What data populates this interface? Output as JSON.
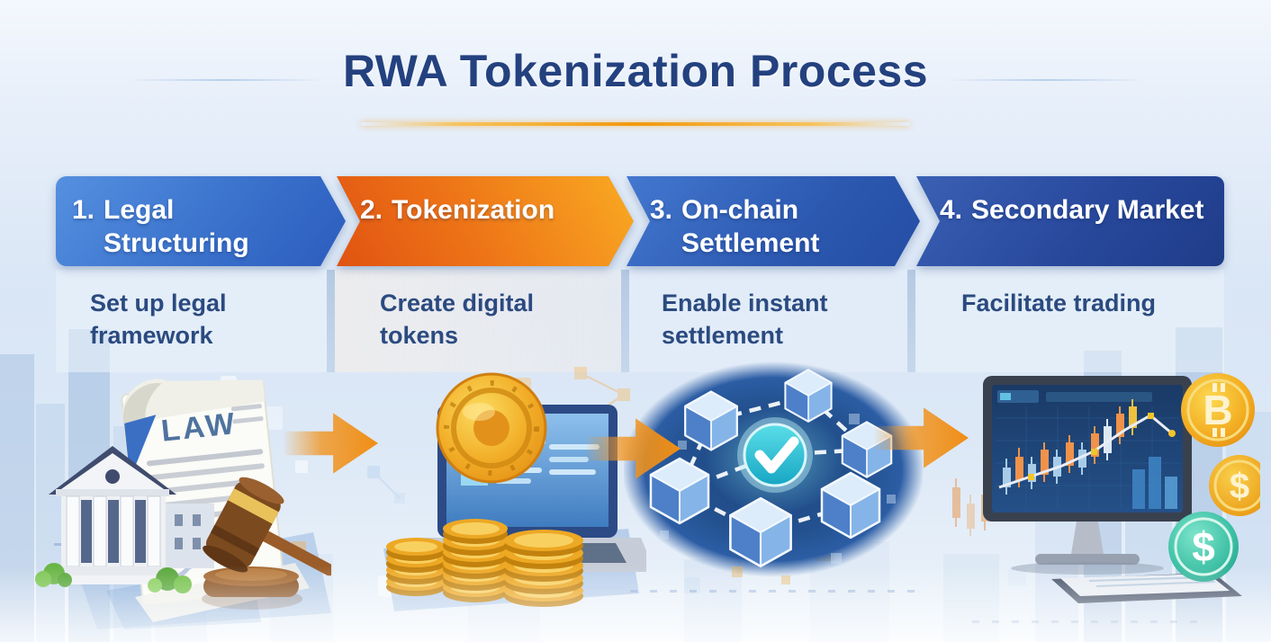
{
  "title": "RWA Tokenization Process",
  "steps": [
    {
      "number": "1.",
      "label": "Legal Structuring",
      "description": "Set up legal framework",
      "banner_color": "#3a72cc"
    },
    {
      "number": "2.",
      "label": "Tokenization",
      "description": "Create digital tokens",
      "banner_color": "#ee7517"
    },
    {
      "number": "3.",
      "label": "On-chain Settlement",
      "description": "Enable instant settlement",
      "banner_color": "#2c58b0"
    },
    {
      "number": "4.",
      "label": "Secondary Market",
      "description": "Facilitate trading",
      "banner_color": "#28489c"
    }
  ],
  "illustrations": {
    "step1": {
      "document_label": "LAW",
      "icons": [
        "bank-building-icon",
        "law-document-icon",
        "gavel-icon"
      ]
    },
    "step2": {
      "icons": [
        "token-coin-icon",
        "coin-stacks-icon",
        "laptop-icon"
      ]
    },
    "step3": {
      "icons": [
        "blockchain-cubes-icon",
        "checkmark-icon"
      ]
    },
    "step4": {
      "icons": [
        "trading-monitor-icon",
        "candlestick-chart-icon",
        "bitcoin-coin-icon",
        "gold-dollar-coin-icon",
        "teal-dollar-coin-icon"
      ],
      "bitcoin_symbol": "₿",
      "bitcoin_glyph": "B",
      "dollar_symbol": "$"
    }
  },
  "colors": {
    "title_text": "#24417f",
    "description_text": "#2b4a80",
    "banner_text": "#ffffff",
    "arrow_orange": "#ef8d14",
    "underline_gold": "#f2990f",
    "check_teal": "#2cc4d8",
    "background_blue": "#d9e6f5"
  }
}
